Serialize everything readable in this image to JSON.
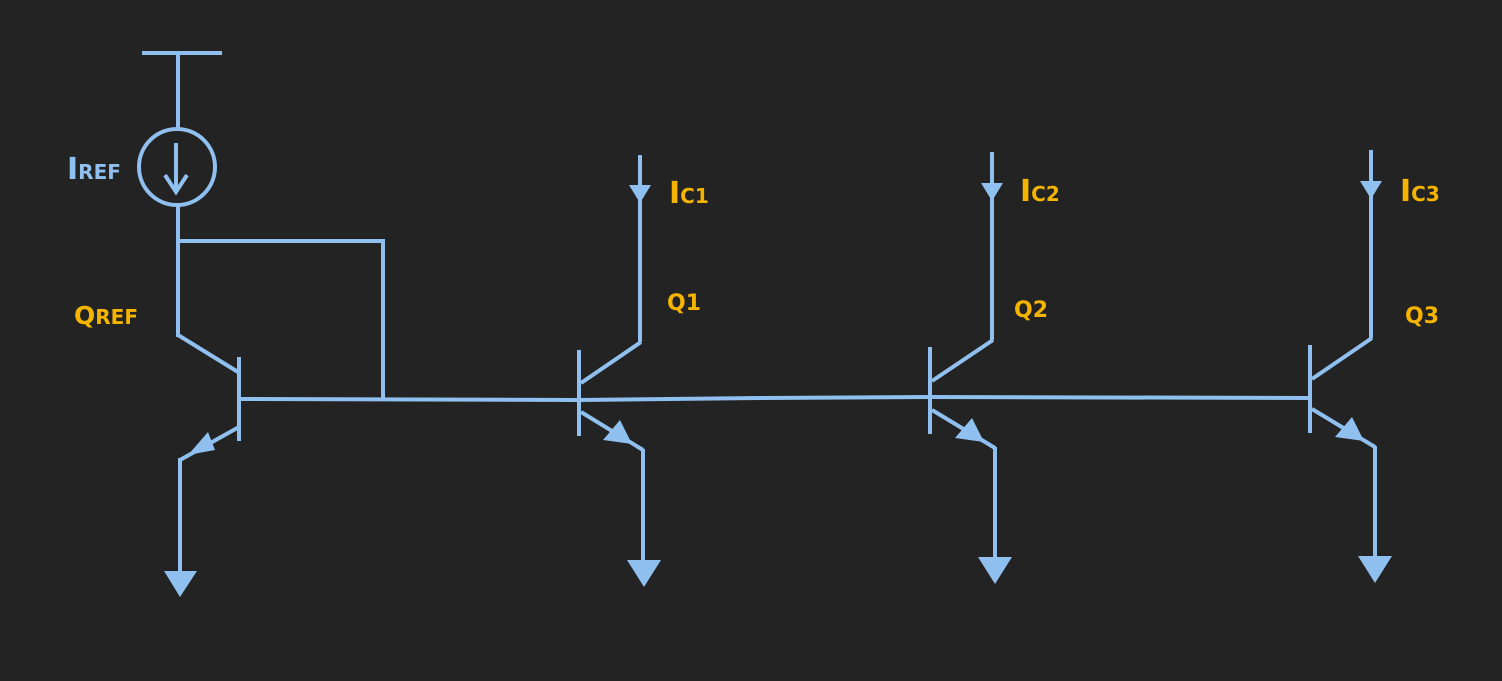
{
  "colors": {
    "background": "#232323",
    "wire": "#8fc0ef",
    "label_orange": "#f5b400",
    "label_blue": "#8fc0ef"
  },
  "labels": {
    "iref": {
      "main": "I",
      "sub": "REF"
    },
    "qref": {
      "main": "Q",
      "sub": "REF"
    },
    "ic1": {
      "main": "I",
      "sub": "C1"
    },
    "ic2": {
      "main": "I",
      "sub": "C2"
    },
    "ic3": {
      "main": "I",
      "sub": "C3"
    },
    "q1": "Q1",
    "q2": "Q2",
    "q3": "Q3"
  }
}
